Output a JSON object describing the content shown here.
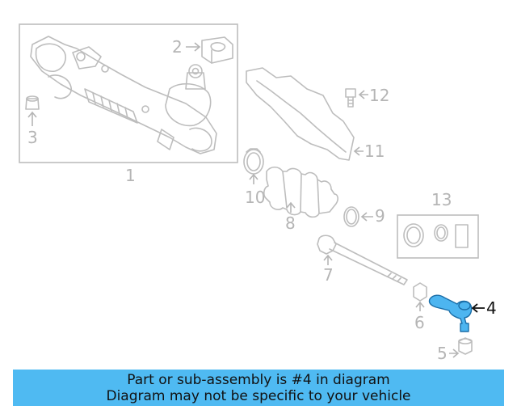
{
  "diagram": {
    "callouts": [
      {
        "id": "1",
        "label": "1"
      },
      {
        "id": "2",
        "label": "2"
      },
      {
        "id": "3",
        "label": "3"
      },
      {
        "id": "4",
        "label": "4"
      },
      {
        "id": "5",
        "label": "5"
      },
      {
        "id": "6",
        "label": "6"
      },
      {
        "id": "7",
        "label": "7"
      },
      {
        "id": "8",
        "label": "8"
      },
      {
        "id": "9",
        "label": "9"
      },
      {
        "id": "10",
        "label": "10"
      },
      {
        "id": "11",
        "label": "11"
      },
      {
        "id": "12",
        "label": "12"
      },
      {
        "id": "13",
        "label": "13"
      }
    ],
    "highlighted_part": "4",
    "highlight_color": "#4db5f0"
  },
  "banner": {
    "line1": "Part or sub-assembly is #4 in diagram",
    "line2": "Diagram may not be specific to your vehicle",
    "background": "#4fbaf2"
  }
}
